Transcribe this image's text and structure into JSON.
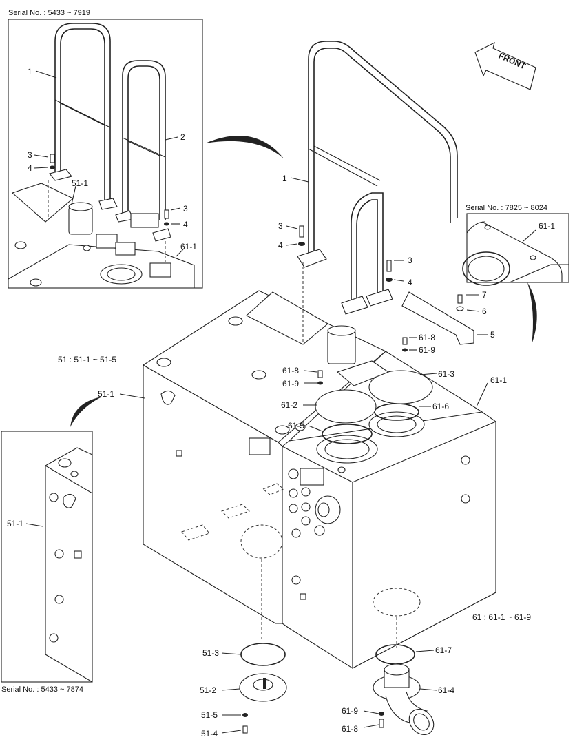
{
  "serials": {
    "inset_top_left": "Serial No. : 5433 ~ 7919",
    "inset_right": "Serial No. : 7825 ~ 8024",
    "inset_bottom_left": "Serial No. : 5433 ~ 7874"
  },
  "direction_label": "FRONT",
  "groups": {
    "tank_51": "51 : 51-1 ~ 51-5",
    "tank_61": "61 : 61-1 ~ 61-9"
  },
  "callouts": {
    "tl_1": "1",
    "tl_2": "2",
    "tl_3a": "3",
    "tl_4a": "4",
    "tl_3b": "3",
    "tl_4b": "4",
    "tl_51_1": "51-1",
    "tl_61_1": "61-1",
    "m_1": "1",
    "m_3a": "3",
    "m_4a": "4",
    "m_3b": "3",
    "m_4b": "4",
    "m_7": "7",
    "m_6": "6",
    "m_5": "5",
    "m_61_8a": "61-8",
    "m_61_9a": "61-9",
    "m_61_8b": "61-8",
    "m_61_9b": "61-9",
    "m_61_3": "61-3",
    "m_61_2": "61-2",
    "m_61_6": "61-6",
    "m_61_5": "61-5",
    "m_61_1": "61-1",
    "m_51_1": "51-1",
    "r_61_1": "61-1",
    "bl_51_1": "51-1",
    "b_51_3": "51-3",
    "b_51_2": "51-2",
    "b_51_5": "51-5",
    "b_51_4": "51-4",
    "b_61_7": "61-7",
    "b_61_4": "61-4",
    "b_61_9": "61-9",
    "b_61_8": "61-8"
  }
}
